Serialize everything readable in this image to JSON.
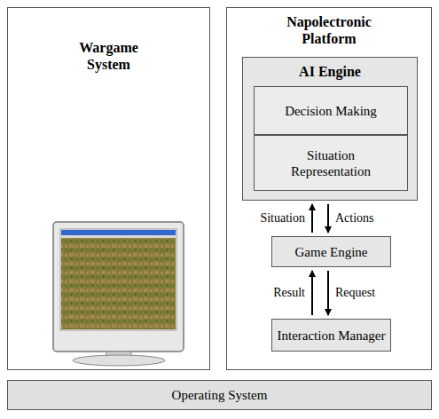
{
  "diagram": {
    "nodes": [
      {
        "text": [
          "Wargame System"
        ]
      },
      {
        "text": [
          "Napolectronic Platform"
        ]
      },
      {
        "text": [
          "AI Engine"
        ],
        "in": 1
      },
      {
        "text": [
          "Decision Making"
        ],
        "in": 2
      },
      {
        "text": [
          "Situation Representation"
        ],
        "in": 2
      },
      {
        "text": [
          "Game Engine"
        ],
        "in": 1
      },
      {
        "text": [
          "Interaction Manager"
        ],
        "in": 1
      },
      {
        "text": [
          "Operating System"
        ]
      }
    ],
    "edges": [
      {
        "from": 5,
        "to": 2,
        "label": "Situation",
        "arrow": "to"
      },
      {
        "from": 2,
        "to": 5,
        "label": "Actions",
        "arrow": "to"
      },
      {
        "from": 6,
        "to": 5,
        "label": "Result",
        "arrow": "to"
      },
      {
        "from": 5,
        "to": 6,
        "label": "Request",
        "arrow": "to"
      }
    ]
  }
}
